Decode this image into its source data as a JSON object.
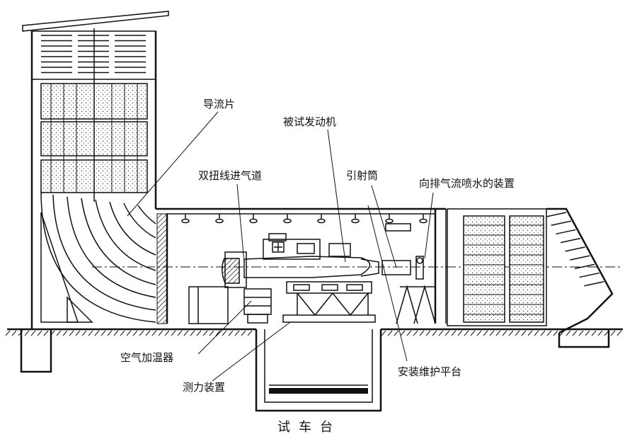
{
  "labels": {
    "guide_vanes": "导流片",
    "engine_under_test": "被试发动机",
    "double_twist_inlet": "双扭线进气道",
    "ejector_tube": "引射筒",
    "exhaust_water_spray": "向排气流喷水的装置",
    "air_heater": "空气加温器",
    "dynamometer": "测力装置",
    "maintenance_platform": "安装维护平台"
  },
  "caption": "试车台"
}
